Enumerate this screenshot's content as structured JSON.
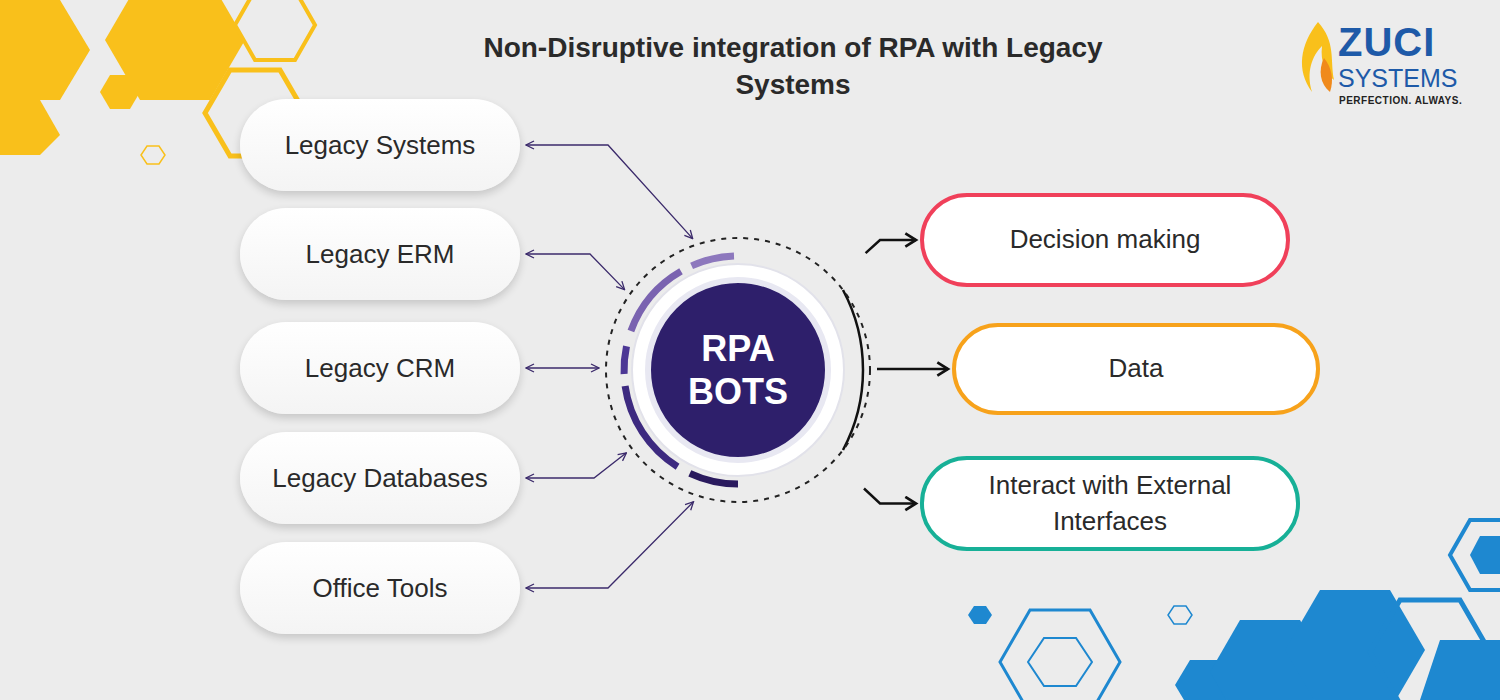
{
  "diagram": {
    "title": "Non-Disruptive integration of RPA with Legacy Systems",
    "nodes": [
      {
        "text": [
          "Legacy Systems"
        ]
      },
      {
        "text": [
          "Legacy ERM"
        ]
      },
      {
        "text": [
          "Legacy CRM"
        ]
      },
      {
        "text": [
          "Legacy Databases"
        ]
      },
      {
        "text": [
          "Office Tools"
        ]
      },
      {
        "text": [
          "RPA BOTS"
        ]
      },
      {
        "text": [
          "Decision making"
        ]
      },
      {
        "text": [
          "Data"
        ]
      },
      {
        "text": [
          "Interact with External Interfaces"
        ]
      }
    ],
    "edges": [
      {
        "from": 0,
        "to": 5,
        "arrow": "both"
      },
      {
        "from": 1,
        "to": 5,
        "arrow": "both"
      },
      {
        "from": 2,
        "to": 5,
        "arrow": "both"
      },
      {
        "from": 3,
        "to": 5,
        "arrow": "both"
      },
      {
        "from": 4,
        "to": 5,
        "arrow": "both"
      },
      {
        "from": 5,
        "to": 6,
        "arrow": "to"
      },
      {
        "from": 5,
        "to": 7,
        "arrow": "to"
      },
      {
        "from": 5,
        "to": 8,
        "arrow": "to"
      }
    ],
    "labels": [
      "ZUCI",
      "SYSTEMS",
      "PERFECTION. ALWAYS."
    ]
  }
}
